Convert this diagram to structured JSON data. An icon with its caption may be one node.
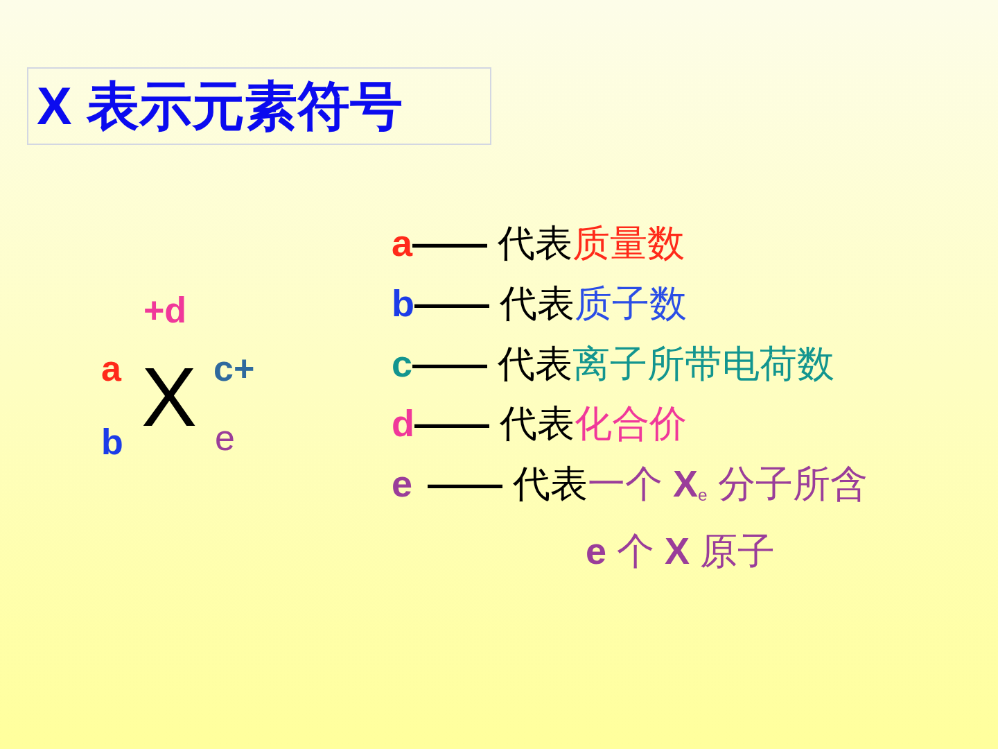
{
  "diagram": {
    "title": "X 表示元素符号",
    "labels": [
      "+d",
      "a",
      "X",
      "c+",
      "b",
      "e",
      "a",
      "**——** 代表",
      "质量数",
      "b",
      "**——** 代表",
      "质子数",
      "c",
      "**——** 代表",
      "离子所带电荷数",
      "d",
      "**——** 代表",
      "化合价",
      "e",
      "**——** 代表",
      "一个 **X**$_{e}$ 分子所含",
      "**e** 个 **X** 原子"
    ]
  }
}
